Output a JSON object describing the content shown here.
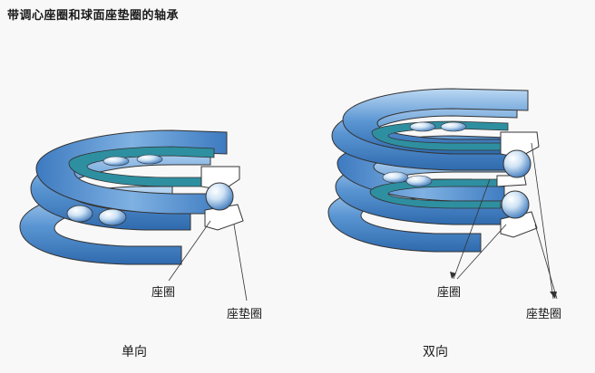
{
  "title": "带调心座圈和球面座垫圈的轴承",
  "left": {
    "label_seat_ring": "座圈",
    "label_seat_washer": "座垫圈",
    "caption": "单向"
  },
  "right": {
    "label_seat_ring": "座圈",
    "label_seat_washer": "座垫圈",
    "caption": "双向"
  },
  "colors": {
    "ring_blue": "#5b96d3",
    "ring_light": "#a9ccee",
    "ring_dark": "#2f6aae",
    "cage_teal": "#2e8fa0",
    "housing_white": "#ffffff",
    "outline": "#333333"
  }
}
